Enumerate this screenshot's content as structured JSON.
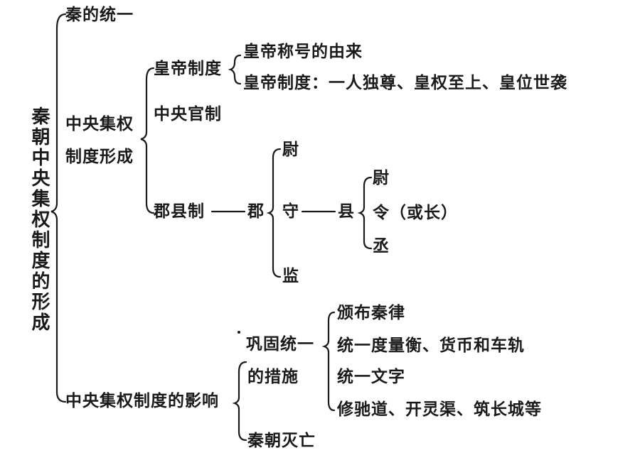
{
  "diagram": {
    "root": "秦朝中央集权制度的形成",
    "b1": "秦的统一",
    "b2_line1": "中央集权",
    "b2_line2": "制度形成",
    "b2_emperor": "皇帝制度",
    "b2_emperor_1": "皇帝称号的由来",
    "b2_emperor_2": "皇帝制度：一人独尊、皇权至上、皇位世袭",
    "b2_central": "中央官制",
    "b2_county": "郡县制",
    "jun": "郡",
    "jun_wei": "尉",
    "jun_shou": "守",
    "jun_jian": "监",
    "xian": "县",
    "xian_wei": "尉",
    "xian_ling": "令（或长）",
    "xian_cheng": "丞",
    "b3": "中央集权制度的影响",
    "b3_measures_1": "巩固统一",
    "b3_measures_2": "的措施",
    "m1": "颁布秦律",
    "m2": "统一度量衡、货币和车轨",
    "m3": "统一文字",
    "m4": "修驰道、开灵渠、筑长城等",
    "b3_fall": "秦朝灭亡"
  }
}
